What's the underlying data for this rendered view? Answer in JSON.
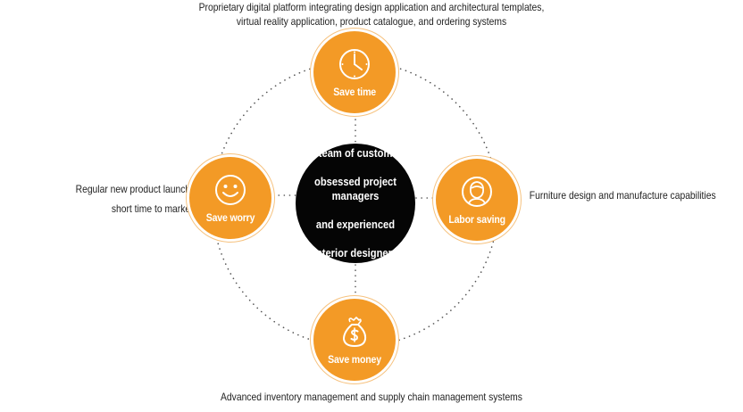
{
  "center": {
    "lines": [
      "A team of customer",
      "obsessed project managers",
      "and experienced",
      "interior designers"
    ]
  },
  "nodes": {
    "top": {
      "label": "Save time",
      "icon": "clock-icon"
    },
    "right": {
      "label": "Labor saving",
      "icon": "person-icon"
    },
    "bottom": {
      "label": "Save money",
      "icon": "money-bag-icon"
    },
    "left": {
      "label": "Save worry",
      "icon": "smiley-face-icon"
    }
  },
  "descriptions": {
    "top_line1": "Proprietary digital platform integrating design application and architectural templates,",
    "top_line2": "virtual reality application, product catalogue, and ordering systems",
    "right": "Furniture design and manufacture capabilities",
    "left_line1": "Regular new product launch,",
    "left_line2": "short time to market",
    "bottom": "Advanced inventory management and supply chain management systems"
  },
  "colors": {
    "accent": "#f39a26",
    "center": "#050505",
    "dots": "#555555"
  }
}
